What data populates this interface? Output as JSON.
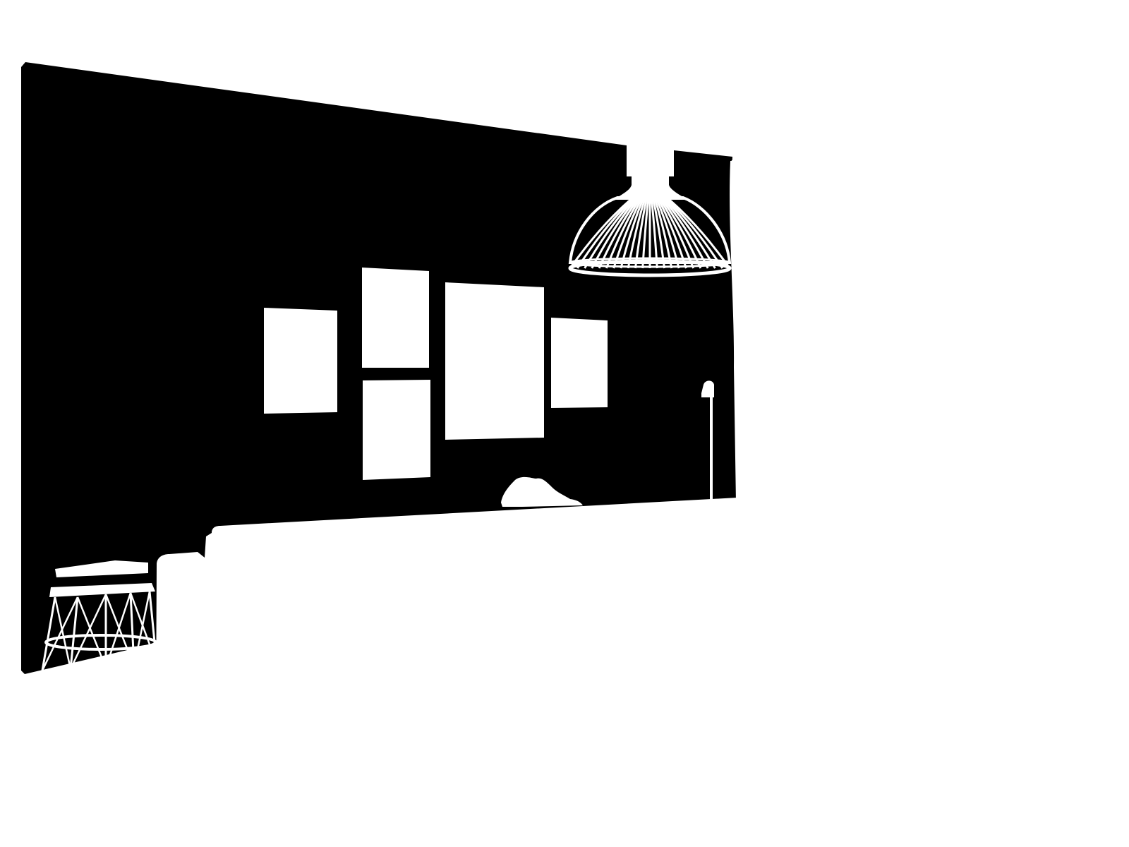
{
  "colors": {
    "background": "#ffffff",
    "wall_mask": "#000000",
    "object_mask": "#ffffff"
  },
  "scene": {
    "objects": [
      "wall",
      "picture-frame",
      "picture-frame",
      "picture-frame",
      "picture-frame",
      "picture-frame",
      "pendant-lamp",
      "floor-lamp",
      "sofa",
      "cushion",
      "side-table",
      "curtain-edge"
    ]
  }
}
